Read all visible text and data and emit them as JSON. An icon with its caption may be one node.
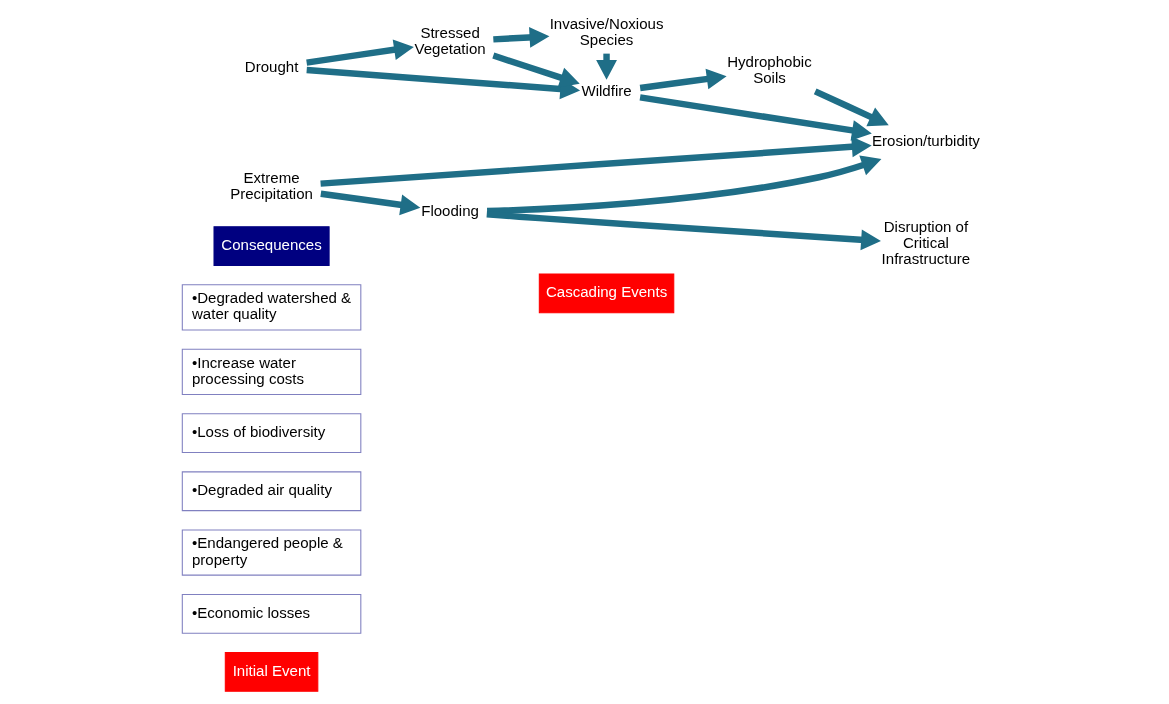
{
  "diagram": {
    "nodes": [
      {
        "text": [
          "Initial Event"
        ]
      },
      {
        "text": [
          "Cascading Events"
        ]
      },
      {
        "text": [
          "Consequences"
        ]
      },
      {
        "text": [
          "Drought"
        ]
      },
      {
        "text": [
          "Extreme Precipitation"
        ]
      },
      {
        "text": [
          "Stressed Vegetation"
        ]
      },
      {
        "text": [
          "Invasive/Noxious Species"
        ]
      },
      {
        "text": [
          "Wildfire"
        ]
      },
      {
        "text": [
          "Hydrophobic Soils"
        ]
      },
      {
        "text": [
          "Erosion/turbidity"
        ]
      },
      {
        "text": [
          "Flooding"
        ]
      },
      {
        "text": [
          "Disruption of Critical Infrastructure"
        ]
      },
      {
        "text": [
          "•Degraded watershed & water quality"
        ]
      },
      {
        "text": [
          "•Increase water processing costs"
        ]
      },
      {
        "text": [
          "•Loss of biodiversity"
        ]
      },
      {
        "text": [
          "•Degraded air quality"
        ]
      },
      {
        "text": [
          "•Endangered people & property"
        ]
      },
      {
        "text": [
          "•Economic losses"
        ]
      }
    ],
    "edges": [
      {
        "from": 3,
        "to": 5,
        "arrow": "to"
      },
      {
        "from": 3,
        "to": 7,
        "arrow": "to"
      },
      {
        "from": 5,
        "to": 6,
        "arrow": "to"
      },
      {
        "from": 5,
        "to": 7,
        "arrow": "to"
      },
      {
        "from": 6,
        "to": 7,
        "arrow": "to"
      },
      {
        "from": 7,
        "to": 8,
        "arrow": "to"
      },
      {
        "from": 7,
        "to": 9,
        "arrow": "to"
      },
      {
        "from": 8,
        "to": 9,
        "arrow": "to"
      },
      {
        "from": 4,
        "to": 9,
        "arrow": "to"
      },
      {
        "from": 4,
        "to": 10,
        "arrow": "to"
      },
      {
        "from": 10,
        "to": 9,
        "arrow": "to"
      },
      {
        "from": 10,
        "to": 11,
        "arrow": "to"
      }
    ]
  }
}
